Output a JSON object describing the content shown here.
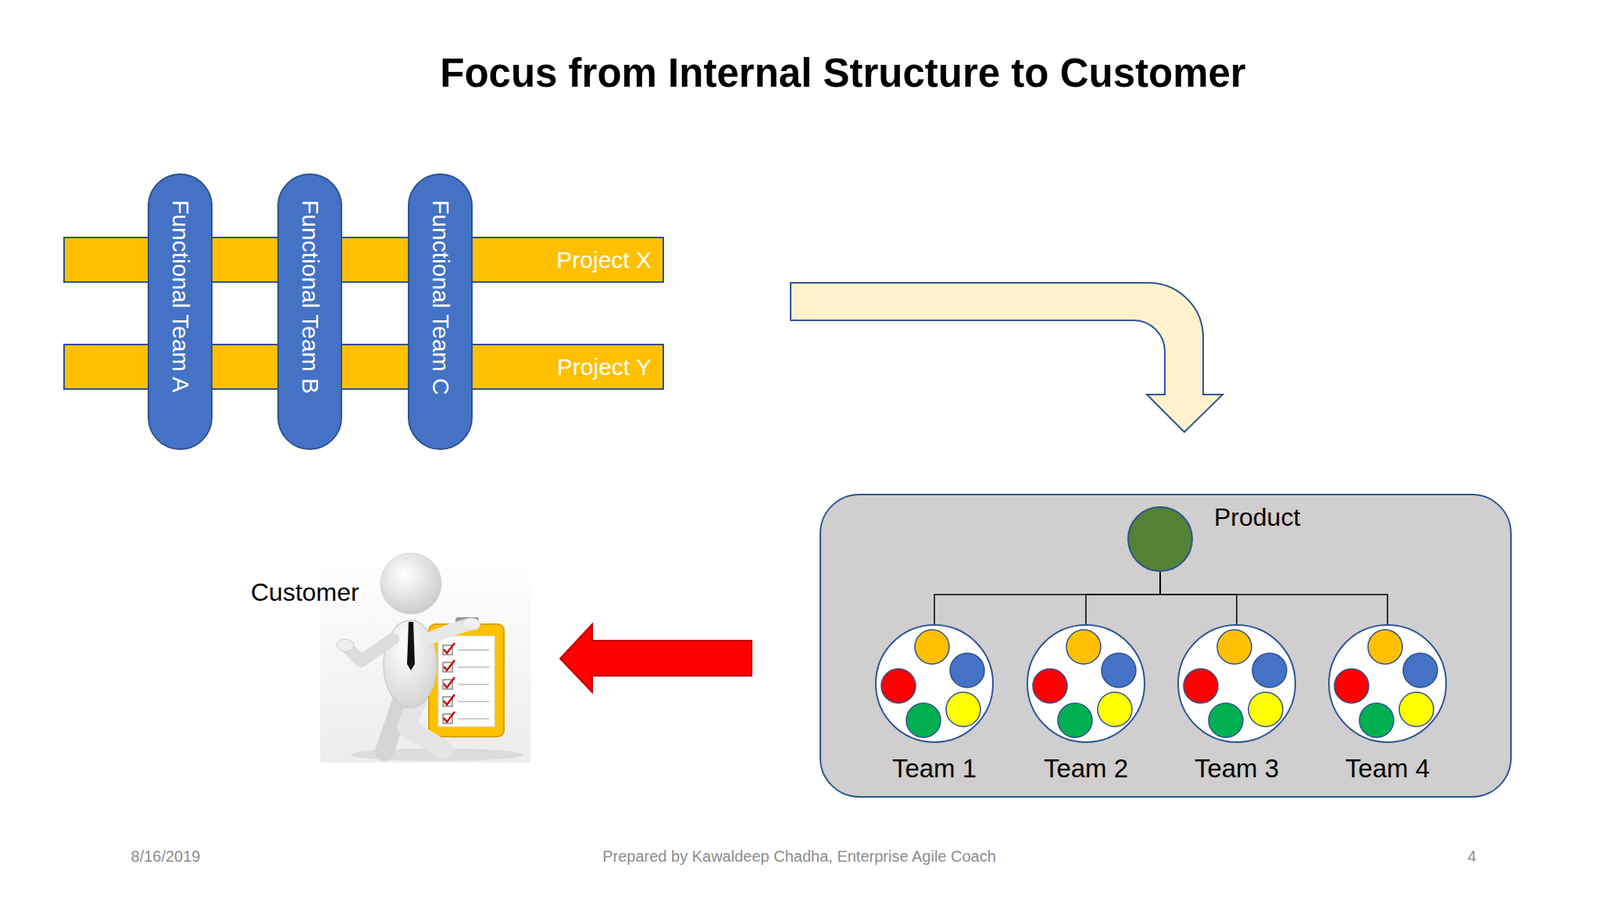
{
  "diagram": {
    "title": "Focus from Internal Structure to Customer",
    "nodes": [
      {
        "text": [
          "Functional Team A"
        ]
      },
      {
        "text": [
          "Functional Team B"
        ]
      },
      {
        "text": [
          "Functional Team C"
        ]
      },
      {
        "text": [
          "Project X"
        ]
      },
      {
        "text": [
          "Project Y"
        ]
      },
      {
        "text": [
          "Product"
        ]
      },
      {
        "text": [
          "Team 1"
        ]
      },
      {
        "text": [
          "Team 2"
        ]
      },
      {
        "text": [
          "Team 3"
        ]
      },
      {
        "text": [
          "Team 4"
        ]
      }
    ],
    "edges": [
      {
        "from": 5,
        "to": 6,
        "arrow": "none"
      },
      {
        "from": 5,
        "to": 7,
        "arrow": "none"
      },
      {
        "from": 5,
        "to": 8,
        "arrow": "none"
      },
      {
        "from": 5,
        "to": 9,
        "arrow": "none"
      }
    ],
    "labels": [
      "Customer",
      "8/16/2019",
      "Prepared by Kawaldeep Chadha, Enterprise Agile Coach",
      "4"
    ]
  }
}
